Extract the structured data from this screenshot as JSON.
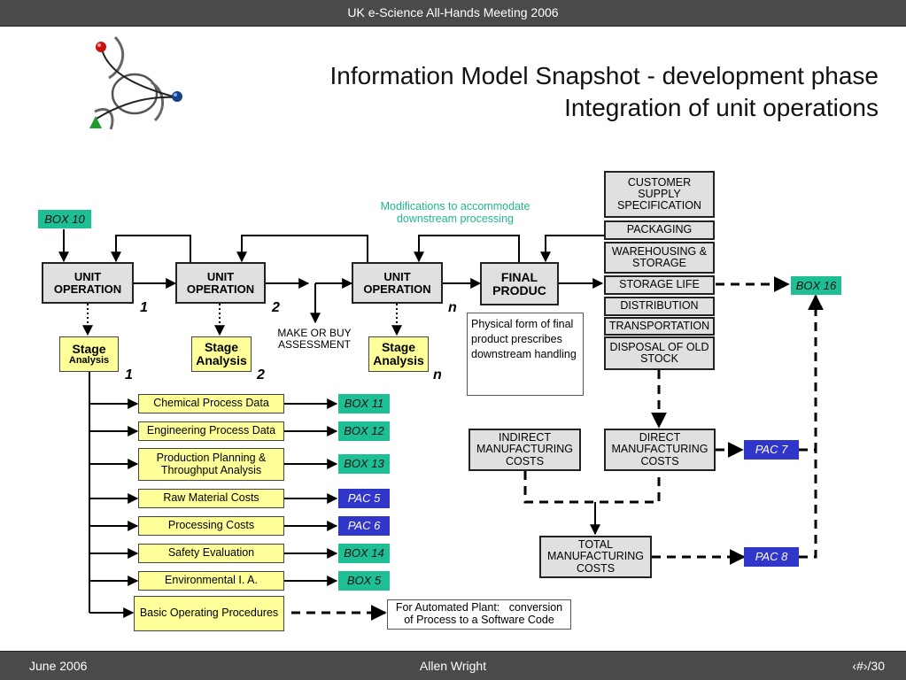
{
  "header": {
    "title": "UK e-Science All-Hands Meeting 2006"
  },
  "slide": {
    "title_line1": "Information Model Snapshot - development phase",
    "title_line2": "Integration of unit operations"
  },
  "diagram": {
    "box10": "BOX 10",
    "unit_op_line1": "UNIT",
    "unit_op_line2": "OPERATION",
    "final_line1": "FINAL",
    "final_line2": "PRODUC",
    "num_1": "1",
    "num_2": "2",
    "num_n": "n",
    "stage_bold": "Stage",
    "stage_small": "Analysis",
    "stage_line1": "Stage",
    "stage_line2": "Analysis",
    "make_or_buy_line1": "MAKE OR BUY",
    "make_or_buy_line2": "ASSESSMENT",
    "modifications_line1": "Modifications to accommodate",
    "modifications_line2": "downstream processing",
    "physical_form": "Physical form of final product prescribes downstream handling",
    "customer_line1": "CUSTOMER",
    "customer_line2": "SUPPLY",
    "customer_line3": "SPECIFICATION",
    "packaging": "PACKAGING",
    "warehousing_line1": "WAREHOUSING &",
    "warehousing_line2": "STORAGE",
    "storage_life": "STORAGE LIFE",
    "distribution": "DISTRIBUTION",
    "transportation": "TRANSPORTATION",
    "disposal_line1": "DISPOSAL OF OLD",
    "disposal_line2": "STOCK",
    "box16": "BOX 16",
    "indirect_line1": "INDIRECT",
    "indirect_line2": "MANUFACTURING",
    "indirect_line3": "COSTS",
    "direct_line1": "DIRECT",
    "direct_line2": "MANUFACTURING",
    "direct_line3": "COSTS",
    "total_line1": "TOTAL",
    "total_line2": "MANUFACTURING",
    "total_line3": "COSTS",
    "pac7": "PAC 7",
    "pac8": "PAC 8",
    "list": [
      {
        "label": "Chemical Process Data",
        "tag": "BOX 11",
        "tag_color": "teal"
      },
      {
        "label": "Engineering Process Data",
        "tag": "BOX 12",
        "tag_color": "teal"
      },
      {
        "label": "Production Planning & Throughput Analysis",
        "tag": "BOX 13",
        "tag_color": "teal"
      },
      {
        "label": "Raw Material Costs",
        "tag": "PAC 5",
        "tag_color": "blue"
      },
      {
        "label": "Processing Costs",
        "tag": "PAC 6",
        "tag_color": "blue"
      },
      {
        "label": "Safety Evaluation",
        "tag": "BOX 14",
        "tag_color": "teal"
      },
      {
        "label": "Environmental I. A.",
        "tag": "BOX 5",
        "tag_color": "teal"
      }
    ],
    "basic_procedures": "Basic Operating Procedures",
    "automated_line1": "For Automated Plant:   conversion",
    "automated_line2": "of Process to a Software Code"
  },
  "colors": {
    "teal": "#1fbf95",
    "blue": "#2f36c9",
    "yellow": "#ffff99",
    "grey": "#e0e0e0"
  },
  "footer": {
    "date": "June 2006",
    "author": "Allen Wright",
    "page": "‹#›/30"
  }
}
